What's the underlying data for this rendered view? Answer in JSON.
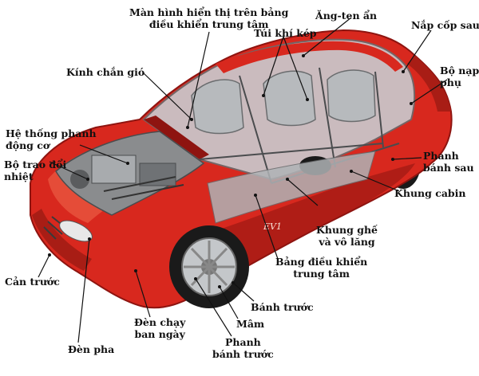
{
  "labels": {
    "dash_display": [
      "Màn hình hiển thị trên bảng",
      "điều khiển trung tâm"
    ],
    "hidden_antenna": "Ăng-ten ẩn",
    "trunk_lid": "Nắp cốp sau",
    "dual_airbag": "Túi khí kép",
    "windshield": "Kính chắn gió",
    "aux_battery": [
      "Bộ nạp",
      "phụ"
    ],
    "engine_brake": [
      "Hệ thống phanh",
      "động cơ"
    ],
    "heat_exchanger": [
      "Bộ trao đổi",
      "nhiệt"
    ],
    "rear_brake": [
      "Phanh",
      "bánh sau"
    ],
    "cabin_frame": "Khung cabin",
    "seat_frame": [
      "Khung ghế",
      "và vô lăng"
    ],
    "center_console": [
      "Bảng điều khiển",
      "trung tâm"
    ],
    "front_bumper": "Cản trước",
    "front_wheel": "Bánh trước",
    "drl": [
      "Đèn chạy",
      "ban ngày"
    ],
    "rim": "Mâm",
    "front_brake": [
      "Phanh",
      "bánh trước"
    ],
    "headlight": "Đèn pha"
  },
  "colors": {
    "body_red": "#d8281e",
    "body_dark": "#8e1410",
    "body_light": "#f06a4e",
    "glass": "#c9ccd0",
    "mech_gray": "#8a8c8e",
    "tire": "#1a1a1a"
  }
}
